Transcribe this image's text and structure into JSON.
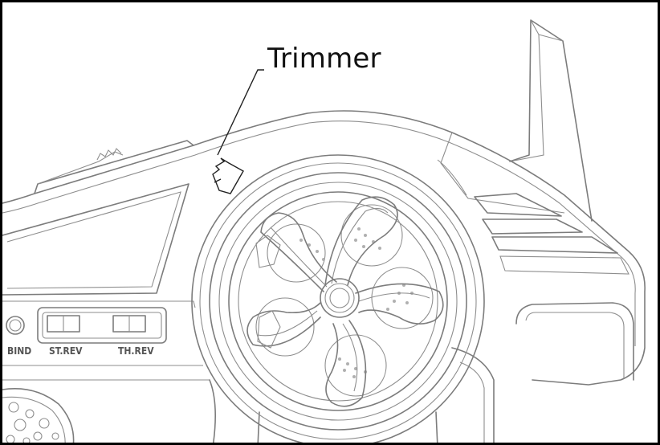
{
  "callout": {
    "label": "Trimmer"
  },
  "panel": {
    "bind_label": "BIND",
    "st_rev_label": "ST.REV",
    "th_rev_label": "TH.REV"
  },
  "colors": {
    "line": "#7c7c7c",
    "leader": "#222222",
    "border": "#000000",
    "background": "#ffffff"
  }
}
